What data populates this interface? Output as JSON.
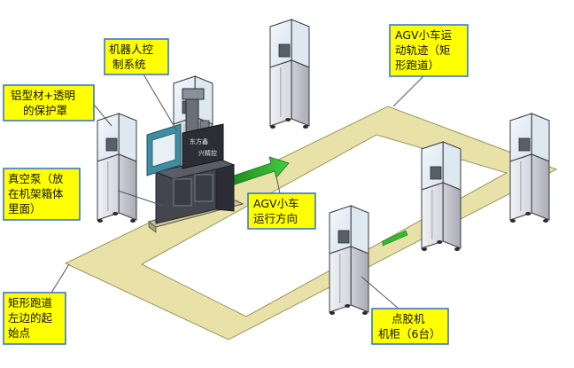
{
  "colors": {
    "track": "#e8e2a8",
    "track_edge": "#9c9660",
    "callout": "#ffff00",
    "callout_border": "#2a6fd6",
    "cabinet_frame": "#3a3a42",
    "cabinet_light": "#ecedf2",
    "cabinet_mid": "#c8c9d2",
    "glass": "#e4eef6",
    "robot_teal": "#3a8aa0",
    "arrow_green": "#22aa22"
  },
  "callouts": {
    "profile_cover": [
      "铝型材+透明",
      "的保护罩"
    ],
    "robot_control": [
      "机器人控",
      "制系统"
    ],
    "vacuum_pump": [
      "真空泵（放",
      "在机架箱体",
      "里面）"
    ],
    "agv_direction": [
      "AGV小车",
      "运行方向"
    ],
    "agv_track": [
      "AGV小车运",
      "动轨迹（矩",
      "形跑道）"
    ],
    "start_point": [
      "矩形跑道",
      "左边的起",
      "始点"
    ],
    "glue_cabinet": [
      "点胶机",
      "机柜（6台）"
    ]
  },
  "machine_labels": {
    "panel_text": [
      "东方鑫",
      "兴精控"
    ],
    "base_text": "东方鑫兴精控"
  }
}
